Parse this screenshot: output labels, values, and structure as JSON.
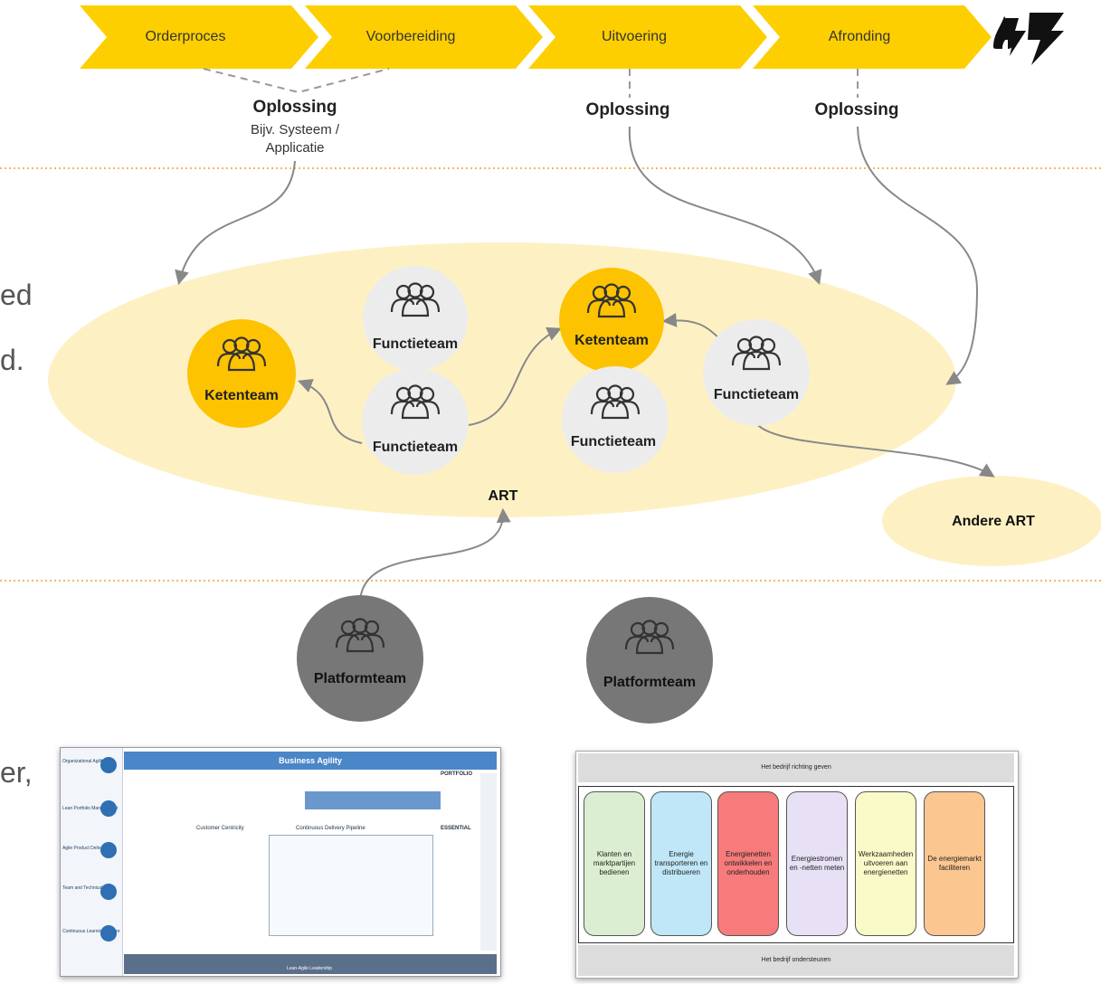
{
  "stages": [
    "Orderproces",
    "Voorbereiding",
    "Uitvoering",
    "Afronding"
  ],
  "solutions": {
    "left": {
      "title": "Oplossing",
      "subtitle_line1": "Bijv. Systeem /",
      "subtitle_line2": "Applicatie"
    },
    "middle": {
      "title": "Oplossing"
    },
    "right": {
      "title": "Oplossing"
    }
  },
  "teams": {
    "ketenteam_left": "Ketenteam",
    "functieteam_top": "Functieteam",
    "functieteam_center": "Functieteam",
    "ketenteam_center": "Ketenteam",
    "functieteam_bottom_mid": "Functieteam",
    "functieteam_right": "Functieteam",
    "platformteam_left": "Platformteam",
    "platformteam_right": "Platformteam"
  },
  "art_label": "ART",
  "other_art_label": "Andere ART",
  "left_fragments": [
    "ed",
    "d.",
    "er,"
  ],
  "framework_thumb": {
    "title": "Business Agility",
    "sidebar": [
      "Organizational Agility",
      "Lean Portfolio Management",
      "Agile Product Delivery",
      "Team and Technical Agility",
      "Continuous Learning Culture"
    ],
    "tags": [
      "PORTFOLIO",
      "ESSENTIAL",
      "Customer Centricity",
      "Continuous Delivery Pipeline",
      "Lean-Agile Leadership"
    ]
  },
  "capability_map": {
    "top_label": "Het bedrijf richting geven",
    "bottom_label": "Het bedrijf ondersteunen",
    "columns": [
      {
        "label": "Klanten en marktpartijen bedienen",
        "color": "#dbeed1"
      },
      {
        "label": "Energie transporteren en distribueren",
        "color": "#bfe7f7"
      },
      {
        "label": "Energienetten ontwikkelen en onderhouden",
        "color": "#f77b7b"
      },
      {
        "label": "Energiestromen en -netten meten",
        "color": "#e8e0f5"
      },
      {
        "label": "Werkzaamheden uitvoeren aan energienetten",
        "color": "#fafac8"
      },
      {
        "label": "De energiemarkt faciliteren",
        "color": "#fbc690"
      }
    ]
  },
  "colors": {
    "chevron": "#fecf00",
    "ellipse": "#fdf1c4",
    "team_light": "#ececec",
    "team_yellow": "#fdc300",
    "platform": "#777777",
    "connector": "#888888",
    "divider": "#f0a030"
  },
  "icons": [
    "team-icon",
    "logo-icon"
  ]
}
